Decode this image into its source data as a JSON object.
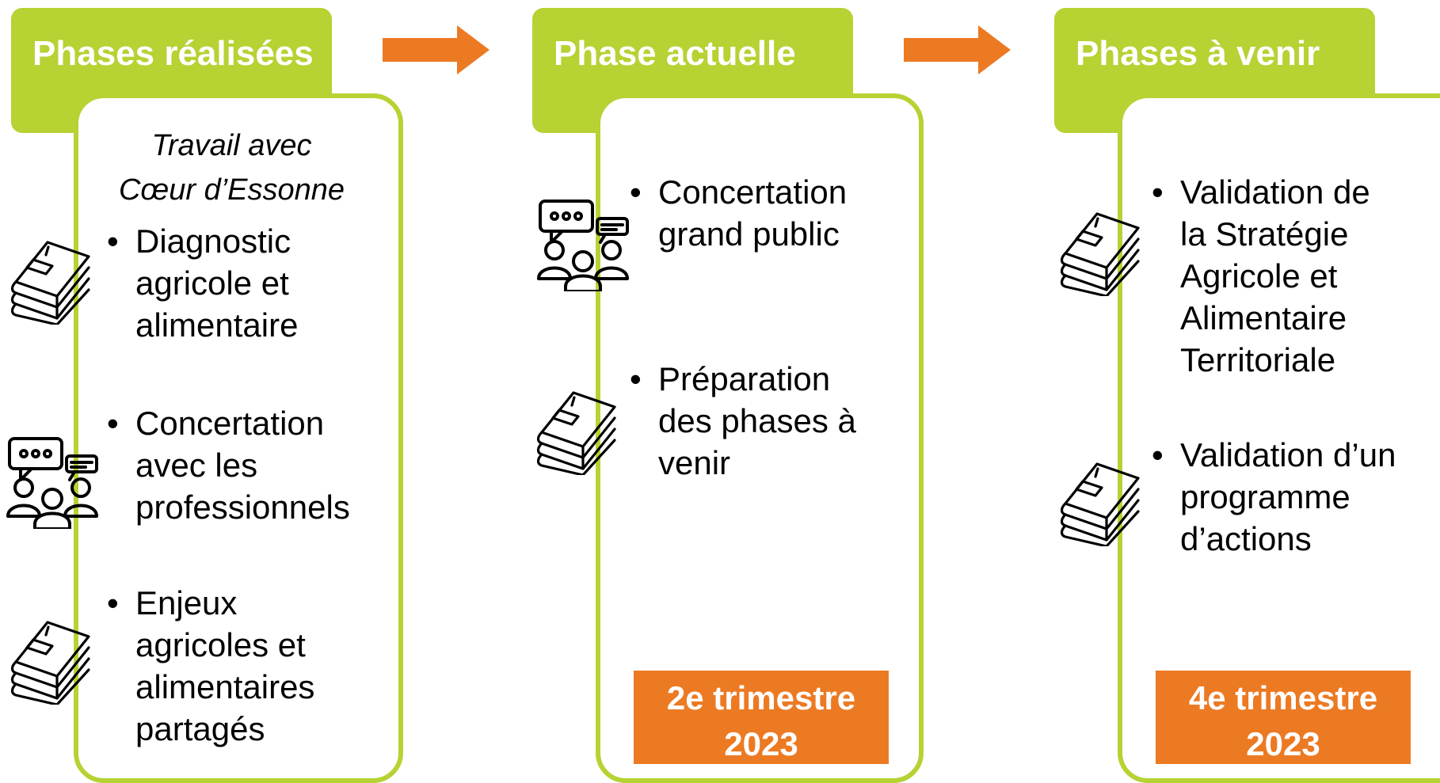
{
  "colors": {
    "green": "#b6d233",
    "orange": "#ec7a23"
  },
  "columns": [
    {
      "header": "Phases réalisées",
      "subtitle_line1": "Travail avec",
      "subtitle_line2": "Cœur d’Essonne",
      "items": [
        {
          "icon": "book-stack-icon",
          "text": "Diagnostic agricole et alimentaire"
        },
        {
          "icon": "people-discussion-icon",
          "text": "Concertation avec les professionnels"
        },
        {
          "icon": "book-stack-icon",
          "text": "Enjeux agricoles et alimentaires partagés"
        }
      ]
    },
    {
      "header": "Phase actuelle",
      "items": [
        {
          "icon": "people-discussion-icon",
          "text": "Concertation grand public"
        },
        {
          "icon": "book-stack-icon",
          "text": "Préparation des phases à venir"
        }
      ],
      "badge_line1": "2e trimestre",
      "badge_line2": "2023"
    },
    {
      "header": "Phases à venir",
      "items": [
        {
          "icon": "book-stack-icon",
          "text": "Validation de la Stratégie Agricole et Alimentaire Territoriale"
        },
        {
          "icon": "book-stack-icon",
          "text": "Validation d’un programme d’actions"
        }
      ],
      "badge_line1": "4e trimestre",
      "badge_line2": "2023"
    }
  ],
  "bullet": "•"
}
